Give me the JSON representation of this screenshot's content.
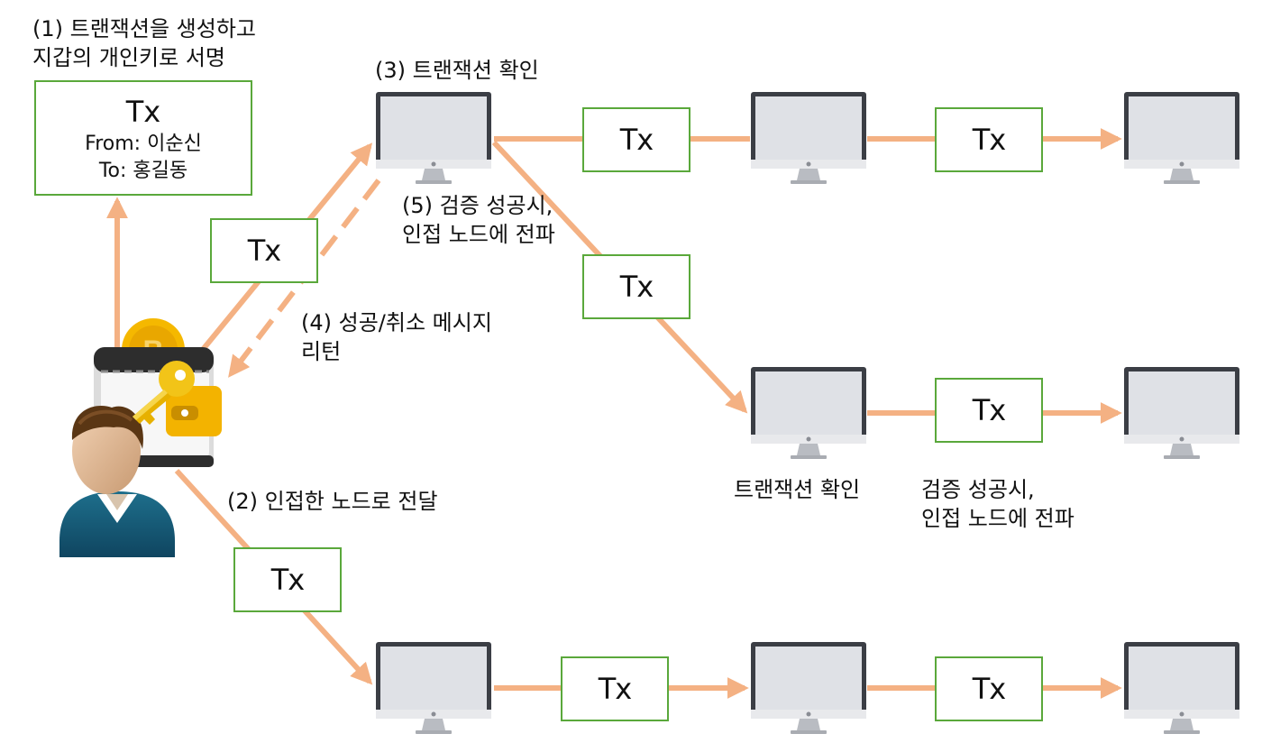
{
  "diagram": {
    "step1_label": "(1) 트랜잭션을 생성하고\n지갑의 개인키로 서명",
    "signed_tx": {
      "title": "Tx",
      "from": "From: 이순신",
      "to": "To: 홍길동"
    },
    "step2_label": "(2) 인접한 노드로 전달",
    "step3_label": "(3) 트랜잭션 확인",
    "step4_label": "(4) 성공/취소 메시지\n리턴",
    "step5_label": "(5) 검증 성공시,\n인접 노드에 전파",
    "confirm_label": "트랜잭션 확인",
    "propagate_label": "검증 성공시,\n인접 노드에 전파",
    "tx_label": "Tx",
    "wallet_coin_symbol": "B",
    "colors": {
      "arrow": "#f4b183",
      "box_border": "#5aa83b",
      "monitor_frame": "#3b3e45",
      "monitor_screen": "#dfe1e6",
      "coin": "#f5b800",
      "key": "#f2c418"
    }
  }
}
